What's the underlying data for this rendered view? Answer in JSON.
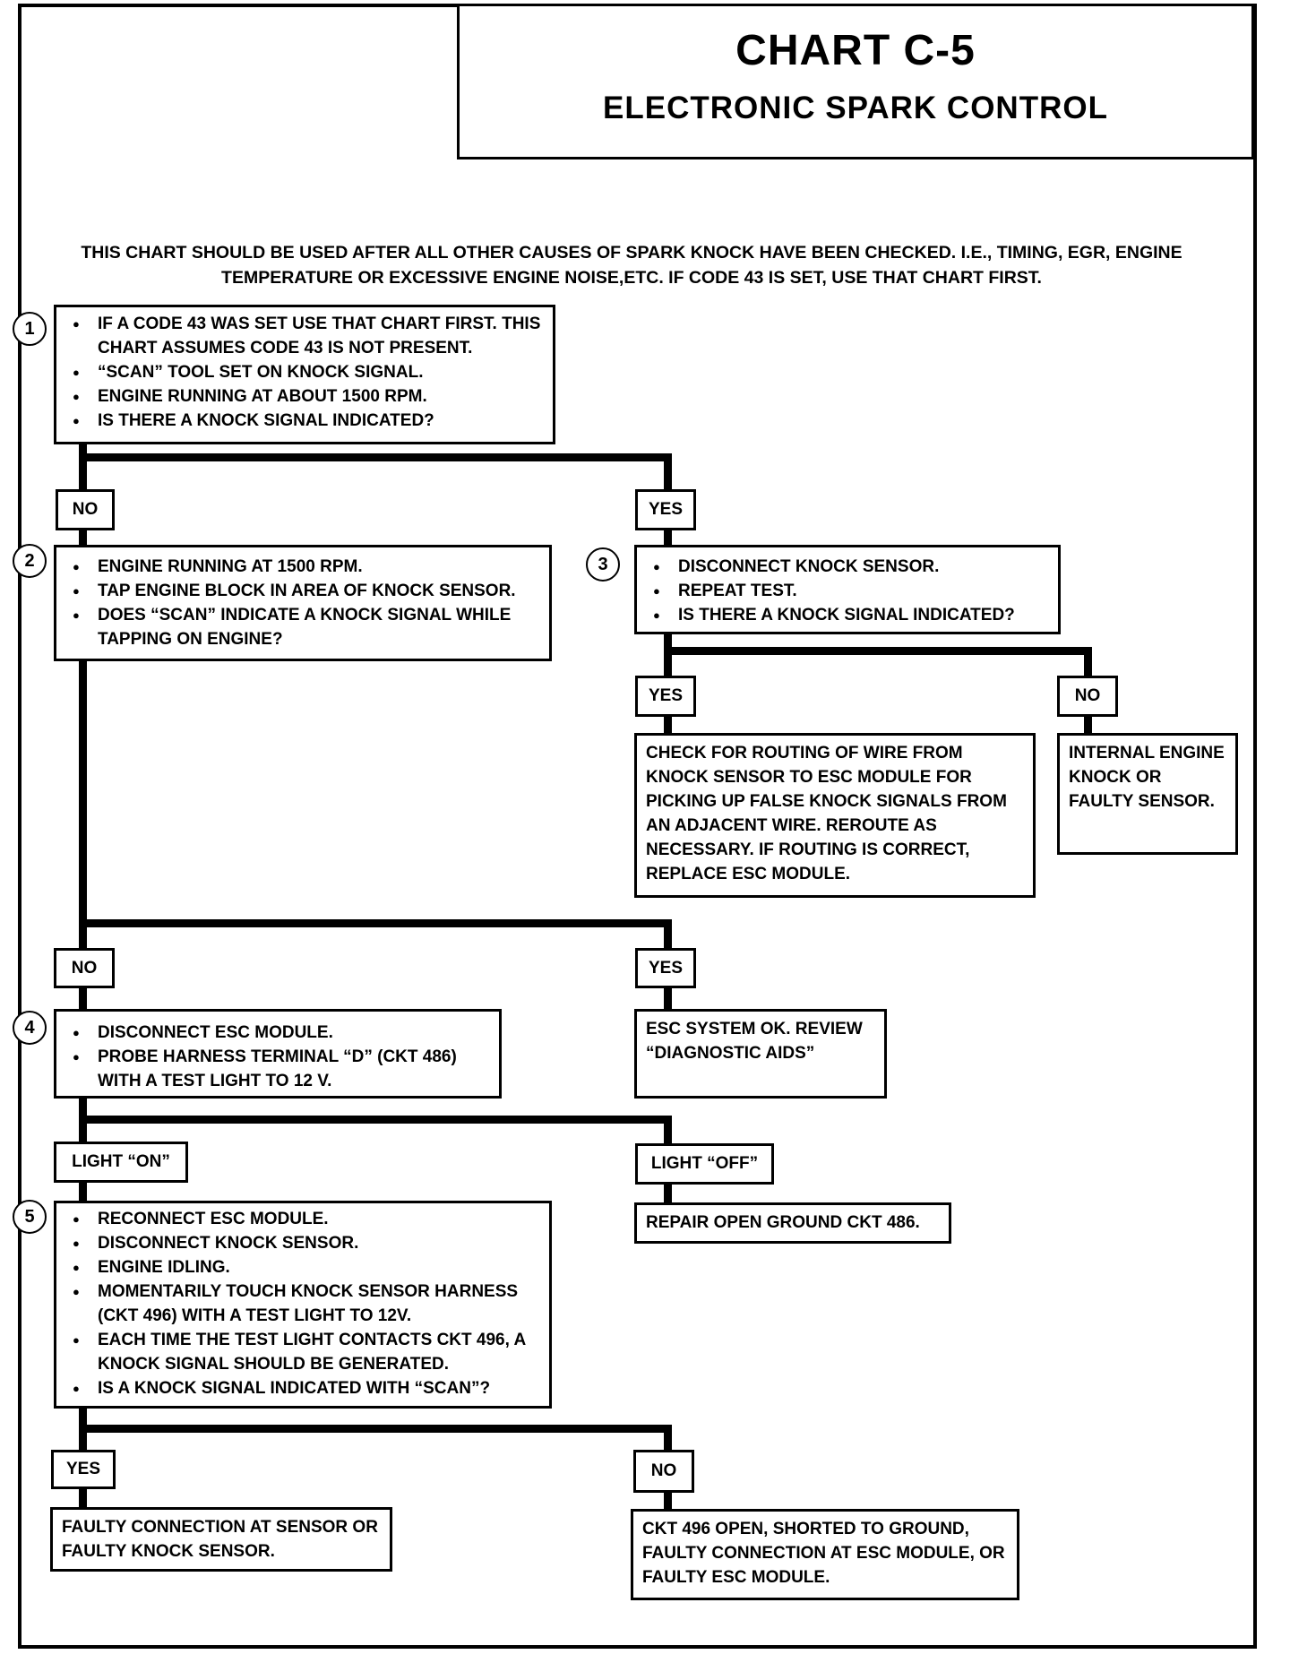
{
  "header": {
    "title": "CHART C-5",
    "subtitle": "ELECTRONIC SPARK CONTROL"
  },
  "intro": {
    "line1": "THIS CHART SHOULD BE USED AFTER ALL OTHER CAUSES OF SPARK KNOCK HAVE BEEN CHECKED.  I.E., TIMING, EGR, ENGINE",
    "line2": "TEMPERATURE OR EXCESSIVE ENGINE NOISE,ETC.  IF CODE 43 IS SET, USE THAT CHART FIRST."
  },
  "steps": {
    "s1": "1",
    "s2": "2",
    "s3": "3",
    "s4": "4",
    "s5": "5"
  },
  "step1": {
    "items": [
      "IF A CODE 43 WAS SET USE THAT CHART FIRST. THIS CHART ASSUMES CODE 43 IS NOT PRESENT.",
      "“SCAN” TOOL SET ON KNOCK SIGNAL.",
      "ENGINE RUNNING AT ABOUT 1500 RPM.",
      "IS THERE A KNOCK SIGNAL INDICATED?"
    ]
  },
  "step2": {
    "items": [
      "ENGINE RUNNING AT 1500 RPM.",
      "TAP ENGINE BLOCK IN AREA OF KNOCK SENSOR.",
      "DOES “SCAN” INDICATE A KNOCK SIGNAL WHILE TAPPING ON ENGINE?"
    ]
  },
  "step3": {
    "items": [
      "DISCONNECT KNOCK SENSOR.",
      "REPEAT TEST.",
      "IS THERE A KNOCK SIGNAL INDICATED?"
    ]
  },
  "step4": {
    "items": [
      "DISCONNECT ESC MODULE.",
      "PROBE HARNESS TERMINAL “D” (CKT 486) WITH A TEST LIGHT TO 12 V."
    ]
  },
  "step5": {
    "items": [
      "RECONNECT ESC MODULE.",
      "DISCONNECT KNOCK SENSOR.",
      "ENGINE IDLING.",
      "MOMENTARILY TOUCH KNOCK SENSOR HARNESS (CKT 496) WITH A TEST LIGHT TO 12V.",
      "EACH TIME THE TEST LIGHT CONTACTS CKT 496, A KNOCK SIGNAL SHOULD BE GENERATED.",
      "IS A KNOCK SIGNAL INDICATED WITH “SCAN”?"
    ]
  },
  "labels": {
    "no1": "NO",
    "yes1": "YES",
    "yes3": "YES",
    "no3": "NO",
    "no2": "NO",
    "yes2": "YES",
    "on4": "LIGHT “ON”",
    "off4": "LIGHT “OFF”",
    "yes5": "YES",
    "no5": "NO"
  },
  "results": {
    "routing": "CHECK FOR ROUTING OF WIRE FROM KNOCK SENSOR TO ESC MODULE FOR PICKING UP FALSE KNOCK SIGNALS FROM AN ADJACENT WIRE.  REROUTE AS NECESSARY.  IF ROUTING IS CORRECT, REPLACE ESC MODULE.",
    "internal": "INTERNAL ENGINE KNOCK OR FAULTY SENSOR.",
    "esc_ok": "ESC SYSTEM OK. REVIEW “DIAGNOSTIC AIDS”",
    "repair_ground": "REPAIR OPEN GROUND CKT 486.",
    "faulty_connection": "FAULTY CONNECTION AT SENSOR OR FAULTY KNOCK SENSOR.",
    "ckt_open": "CKT 496 OPEN, SHORTED TO GROUND, FAULTY CONNECTION AT ESC MODULE, OR FAULTY ESC MODULE."
  }
}
